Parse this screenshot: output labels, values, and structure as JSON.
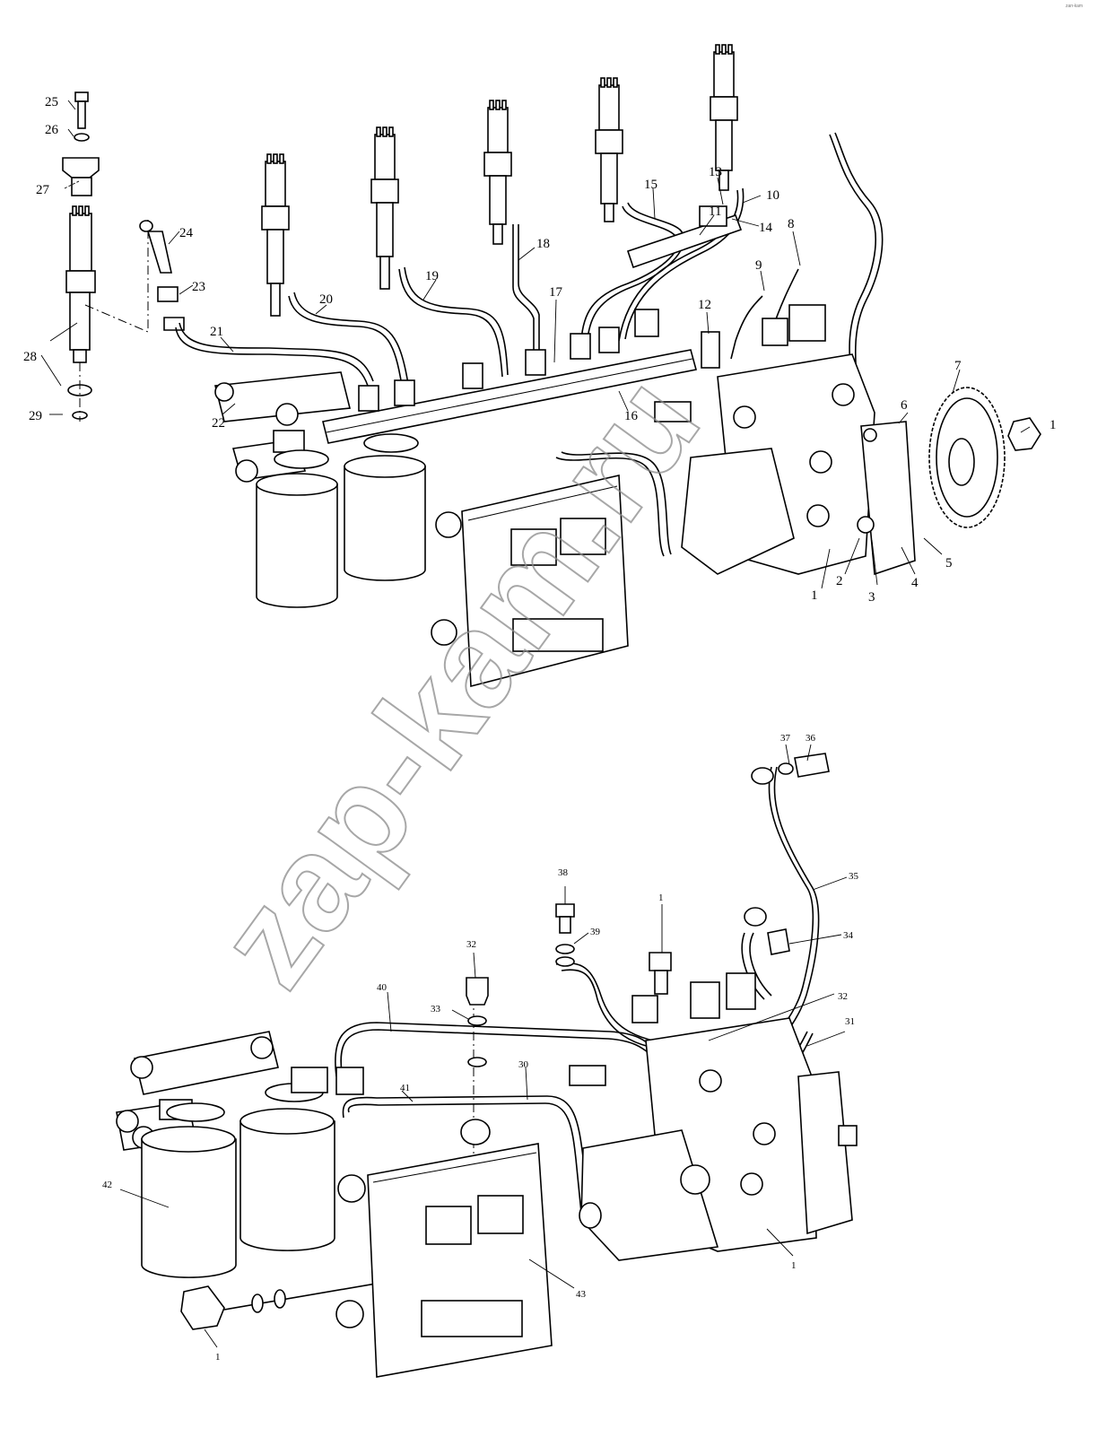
{
  "watermark": "zap-kam.ru",
  "corner_mark": "zап-kam",
  "upper_callouts": [
    "1",
    "2",
    "3",
    "4",
    "5",
    "6",
    "7",
    "8",
    "9",
    "10",
    "11",
    "12",
    "13",
    "14",
    "15",
    "16",
    "17",
    "18",
    "19",
    "20",
    "21",
    "22",
    "23",
    "24",
    "25",
    "26",
    "27",
    "28",
    "29"
  ],
  "lower_callouts": [
    "1",
    "30",
    "31",
    "32",
    "33",
    "34",
    "35",
    "36",
    "37",
    "38",
    "39",
    "40",
    "41",
    "42",
    "43"
  ]
}
